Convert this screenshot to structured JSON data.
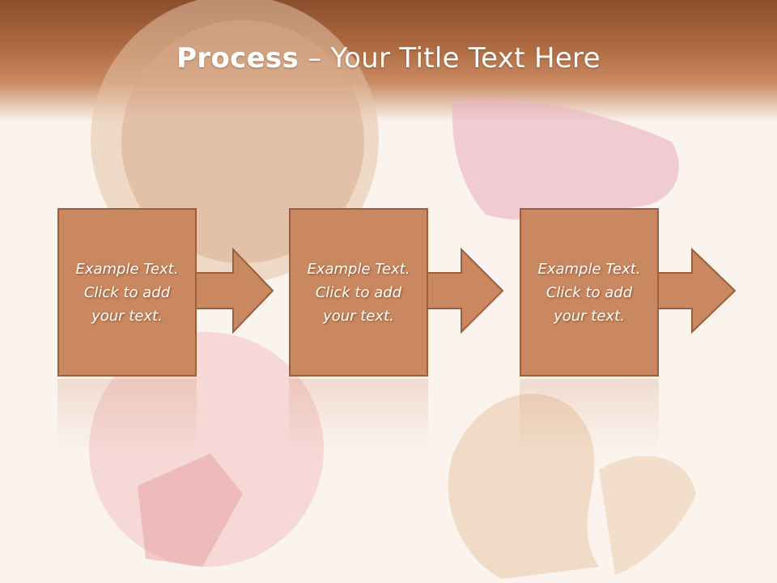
{
  "slide": {
    "title_bold": "Process",
    "title_rest": " – Your Title Text Here",
    "steps": [
      {
        "text": "Example Text.\nClick  to add\nyour text."
      },
      {
        "text": "Example Text.\nClick  to add\nyour text."
      },
      {
        "text": "Example Text.\nClick  to add\nyour text."
      }
    ],
    "colors": {
      "header": "#b06c43",
      "box_fill": "#c9885f",
      "box_border": "#9c5f3b",
      "background": "#fbf3ee"
    }
  }
}
